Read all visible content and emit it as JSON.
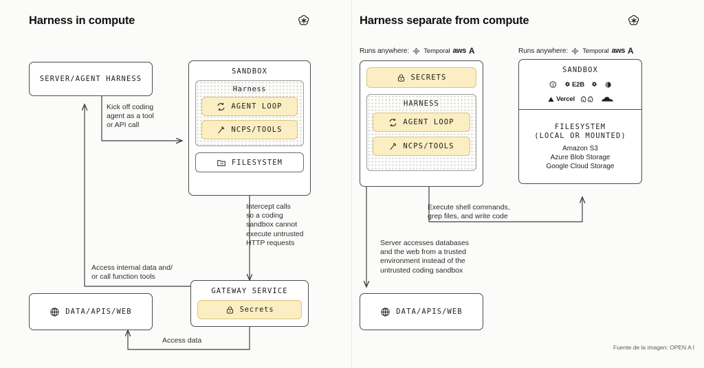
{
  "credit": "Fuente de la imagen: OPEN A I",
  "left": {
    "title": "Harness in compute",
    "logo_icon": "openai-logo-icon",
    "server_box": {
      "label": "SERVER/AGENT HARNESS"
    },
    "sandbox": {
      "title": "SANDBOX",
      "harness_title": "Harness",
      "agent_loop": {
        "label": "AGENT LOOP",
        "icon": "refresh-loop-icon"
      },
      "ncps_tools": {
        "label": "NCPS/TOOLS",
        "icon": "hammer-icon"
      },
      "filesystem": {
        "label": "FILESYSTEM",
        "icon": "folder-icon"
      }
    },
    "gateway": {
      "title": "GATEWAY SERVICE",
      "secrets": {
        "label": "Secrets",
        "icon": "lock-icon"
      }
    },
    "data_box": {
      "label": "DATA/APIS/WEB",
      "icon": "globe-icon"
    },
    "notes": {
      "kickoff": "Kick off coding\nagent as a tool\nor API call",
      "intercept": "Intercept calls\nso a coding\nsandbox cannot\nexecute untrusted\nHTTP requests",
      "access_internal": "Access internal data and/\nor call function tools",
      "access_data": "Access data"
    }
  },
  "right": {
    "title": "Harness separate from compute",
    "logo_icon": "openai-logo-icon",
    "runs_anywhere_label": "Runs anywhere:",
    "runs_anywhere_items": [
      {
        "name": "temporal-logo-icon",
        "label": "Temporal"
      },
      {
        "name": "aws-logo-icon",
        "label": "aws"
      },
      {
        "name": "azure-logo-icon",
        "label": "A"
      }
    ],
    "harness_group": {
      "secrets": {
        "label": "SECRETS",
        "icon": "lock-icon"
      },
      "harness_title": "HARNESS",
      "agent_loop": {
        "label": "AGENT LOOP",
        "icon": "refresh-loop-icon"
      },
      "ncps_tools": {
        "label": "NCPS/TOOLS",
        "icon": "hammer-icon"
      }
    },
    "sandbox": {
      "title": "SANDBOX",
      "providers_row1": [
        {
          "name": "openai-logo-icon",
          "label": ""
        },
        {
          "name": "e2b-logo-icon",
          "label": "E2B"
        },
        {
          "name": "daytona-logo-icon",
          "label": ""
        },
        {
          "name": "modal-logo-icon",
          "label": ""
        }
      ],
      "providers_row2": [
        {
          "name": "vercel-logo-icon",
          "label": "Vercel"
        },
        {
          "name": "modal-labs-logo-icon",
          "label": ""
        },
        {
          "name": "cloudflare-logo-icon",
          "label": ""
        }
      ],
      "filesystem_title": "FILESYSTEM",
      "filesystem_subtitle": "(LOCAL OR MOUNTED)",
      "filesystem_items": "Amazon S3\nAzure Blob Storage\nGoogle Cloud Storage"
    },
    "data_box": {
      "label": "DATA/APIS/WEB",
      "icon": "globe-icon"
    },
    "notes": {
      "execute": "Execute shell commands,\ngrep files, and write code",
      "server_access": "Server accesses databases\nand the web from a trusted\nenvironment instead of the\nuntrusted coding sandbox"
    }
  },
  "colors": {
    "accent_fill": "#fbeec2",
    "accent_border": "#d9c47a",
    "line": "#4a4a4a",
    "background": "#fbfbfa"
  }
}
